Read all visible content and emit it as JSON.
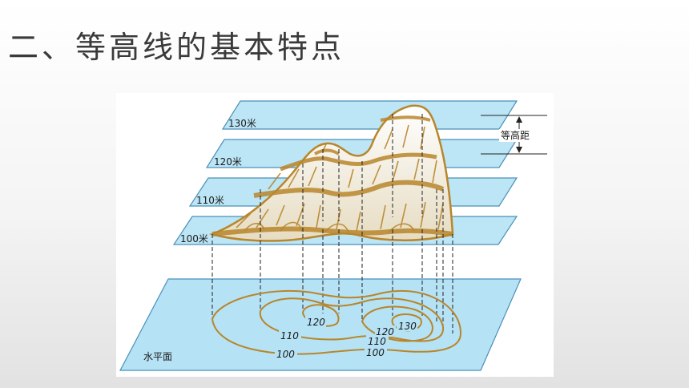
{
  "title": "二、等高线的基本特点",
  "diagram": {
    "plane_labels": [
      "130米",
      "120米",
      "110米",
      "100米"
    ],
    "interval_label": "等高距",
    "base_label": "水平面",
    "contour_labels": {
      "left_peak": [
        "120",
        "110",
        "100"
      ],
      "right_peak": [
        "130",
        "120",
        "110",
        "100"
      ]
    },
    "colors": {
      "plane_fill": "#b5e2f5",
      "plane_stroke": "#4a90b8",
      "terrain": "#b8862b"
    }
  }
}
